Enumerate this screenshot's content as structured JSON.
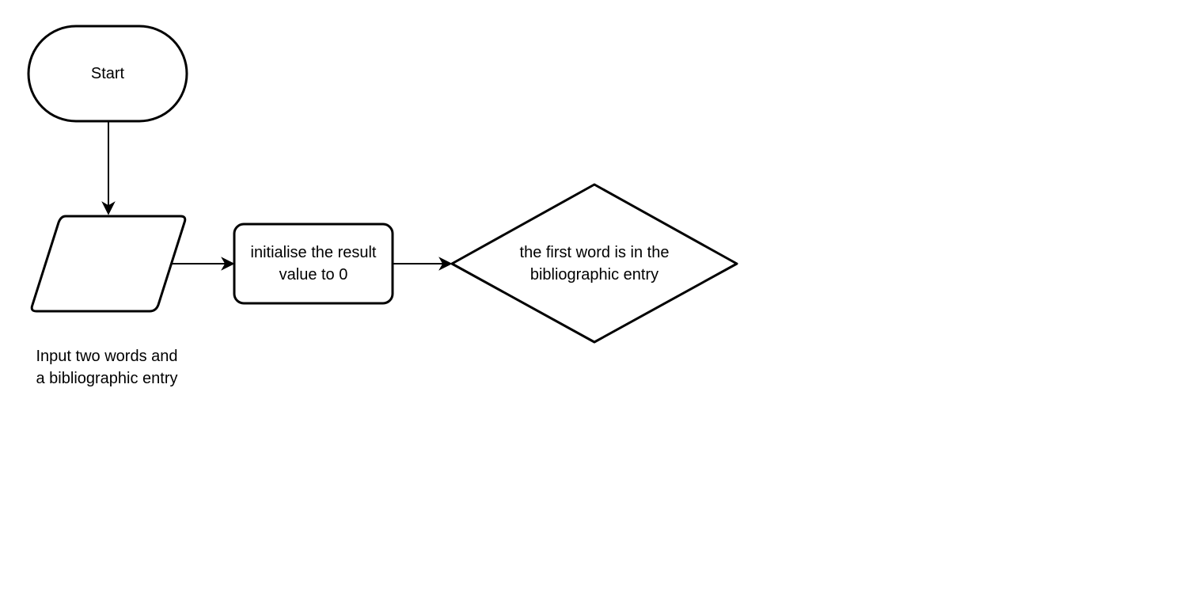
{
  "diagram": {
    "type": "flowchart",
    "nodes": [
      {
        "id": "start",
        "shape": "terminator",
        "text": "Start"
      },
      {
        "id": "input",
        "shape": "parallelogram",
        "text": "Input two words and a bibliographic entry"
      },
      {
        "id": "init",
        "shape": "rounded-rectangle",
        "text": "initialise the result value to 0"
      },
      {
        "id": "decision",
        "shape": "diamond",
        "text": "the first word is in the bibliographic entry"
      }
    ],
    "edges": [
      {
        "from": "start",
        "to": "input"
      },
      {
        "from": "input",
        "to": "init"
      },
      {
        "from": "init",
        "to": "decision"
      }
    ]
  },
  "colors": {
    "stroke": "#000000",
    "fill": "#ffffff",
    "text": "#000000"
  }
}
